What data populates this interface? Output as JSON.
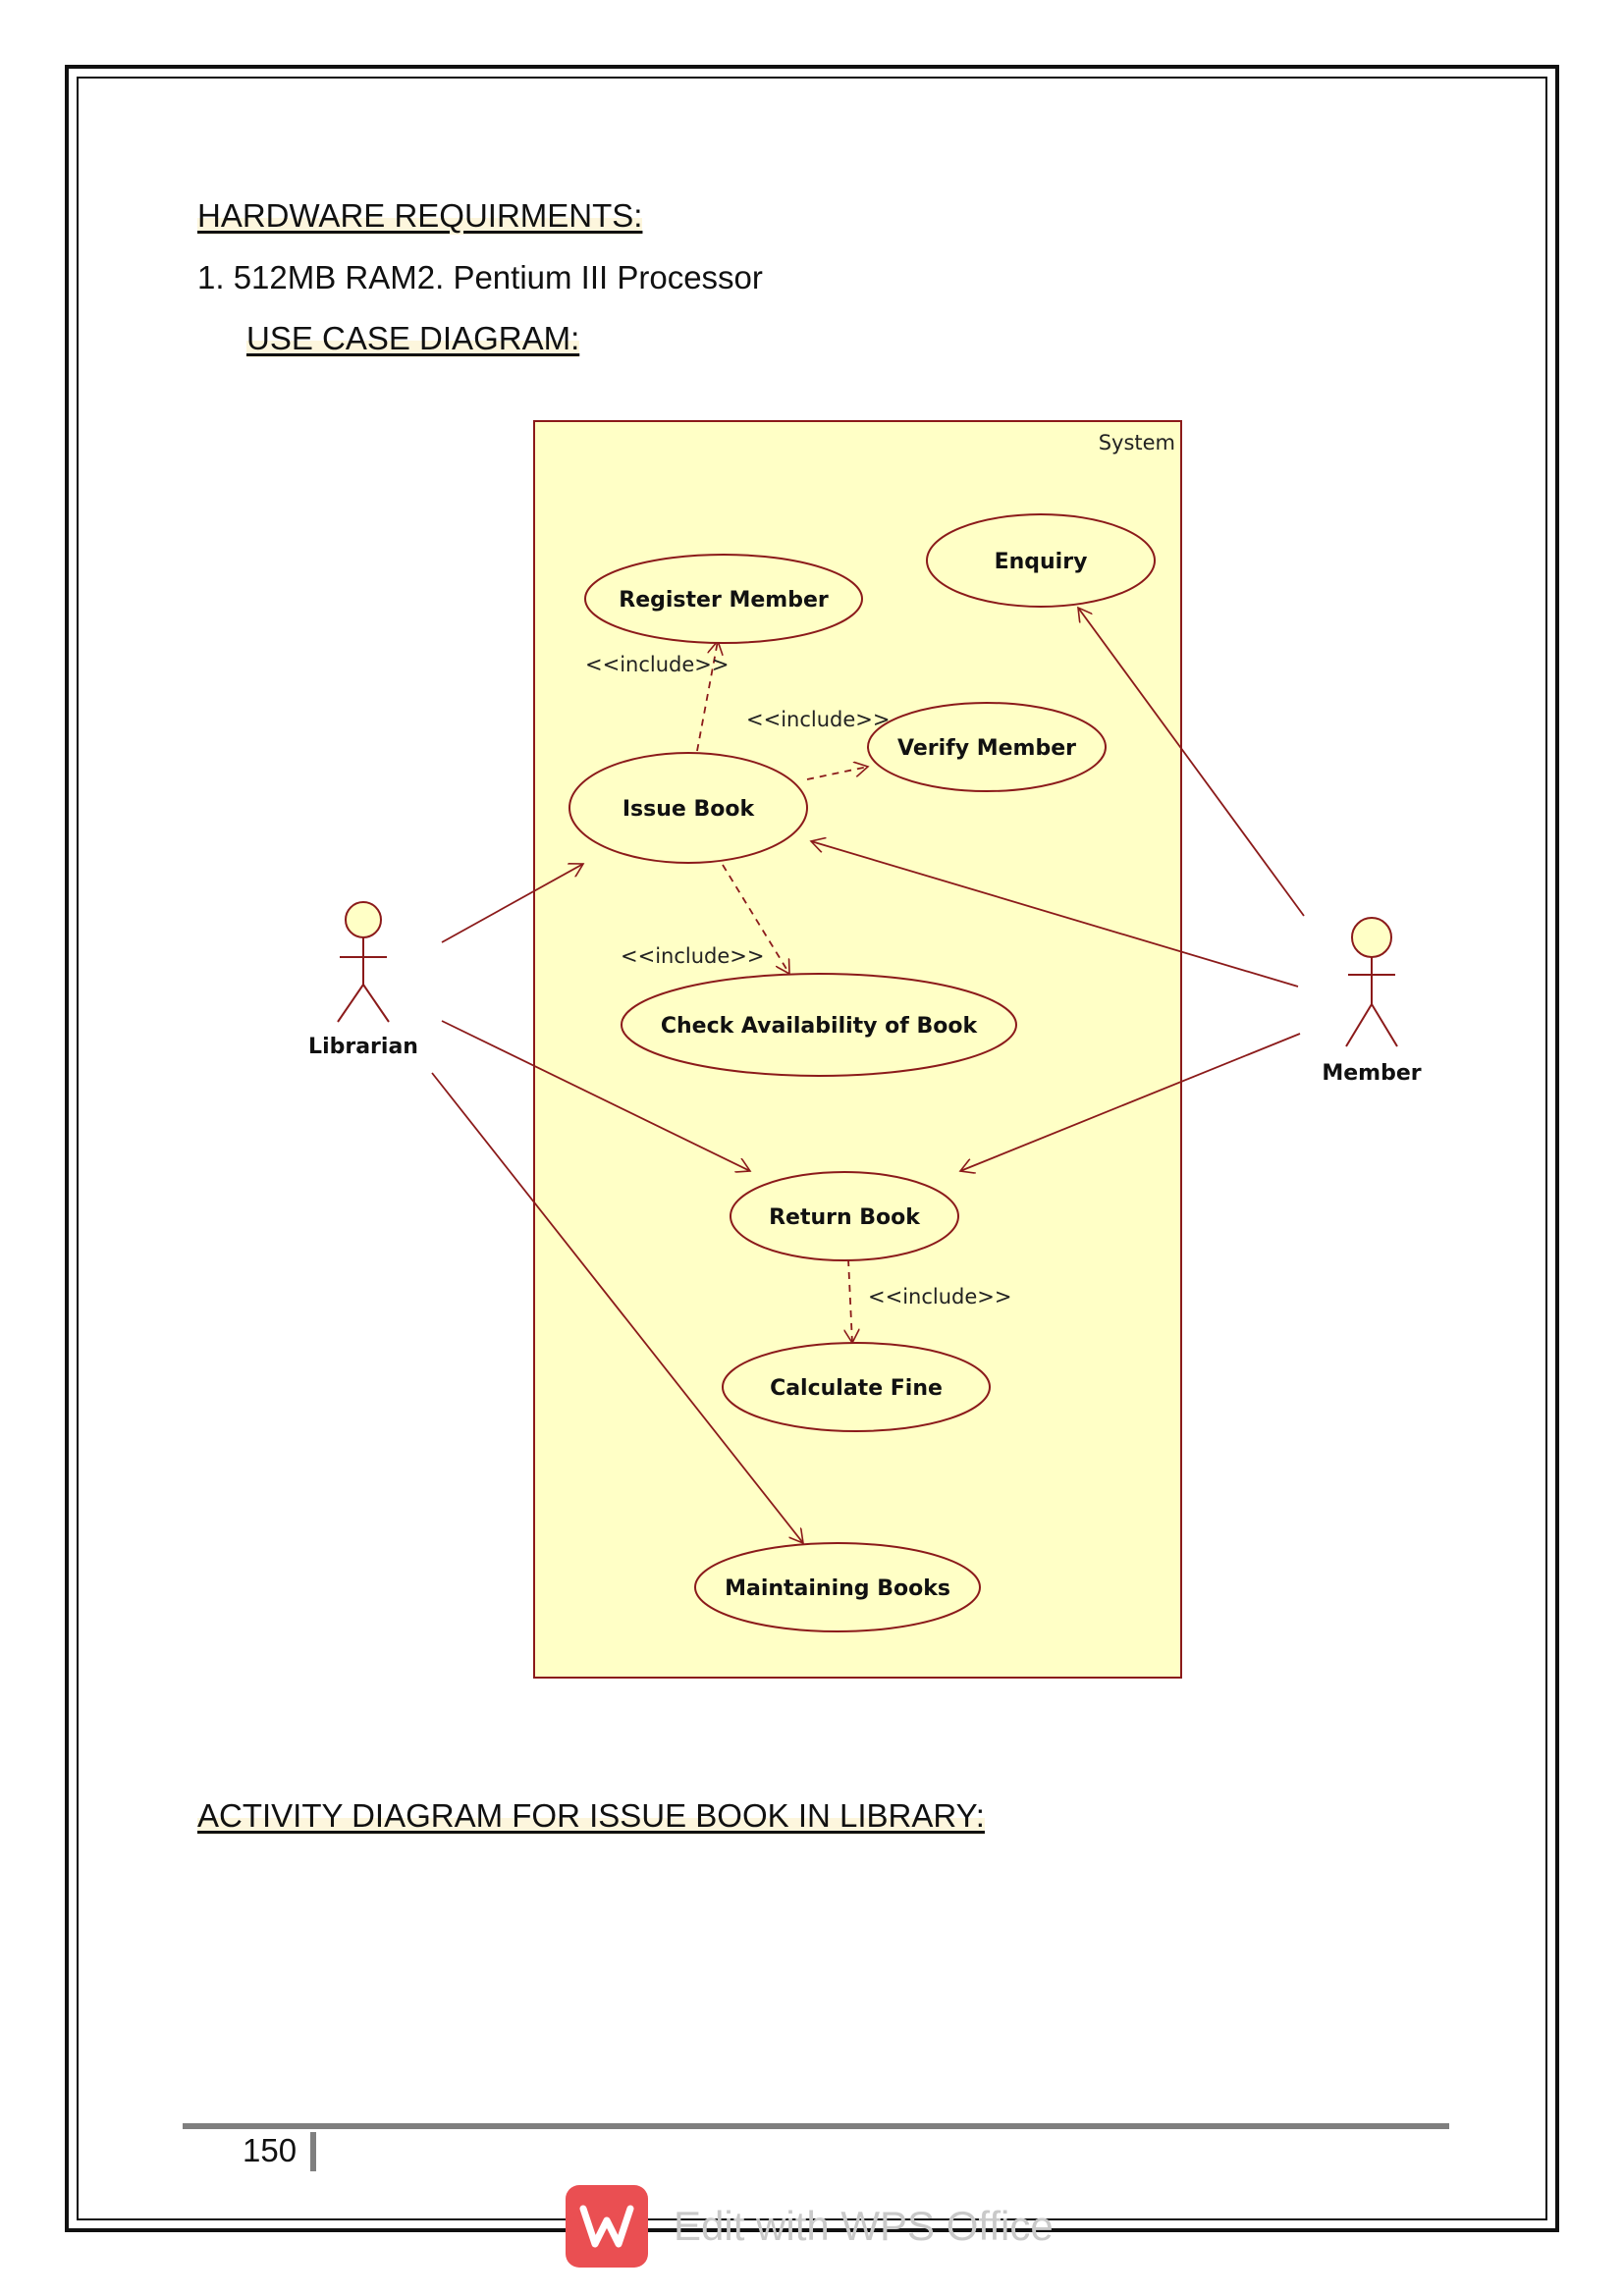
{
  "headings": {
    "hardware": "HARDWARE REQUIRMENTS:",
    "use_case": "USE CASE DIAGRAM:",
    "activity": "ACTIVITY DIAGRAM FOR ISSUE BOOK IN LIBRARY:"
  },
  "hardware_items": "1. 512MB RAM2. Pentium III Processor",
  "diagram": {
    "system_label": "System",
    "actors": {
      "librarian": "Librarian",
      "member": "Member"
    },
    "use_cases": {
      "register_member": "Register Member",
      "enquiry": "Enquiry",
      "verify_member": "Verify Member",
      "issue_book": "Issue Book",
      "check_availability": "Check Availability of Book",
      "return_book": "Return Book",
      "calculate_fine": "Calculate Fine",
      "maintaining_books": "Maintaining Books"
    },
    "include_label": "<<include>>",
    "colors": {
      "boundary_fill": "#ffffc6",
      "line": "#8b1a1a",
      "actor_head": "#ffffc6"
    }
  },
  "footer": {
    "page_number": "150"
  },
  "watermark": {
    "text": "Edit with WPS Office",
    "logo_color": "#ea4f52"
  }
}
